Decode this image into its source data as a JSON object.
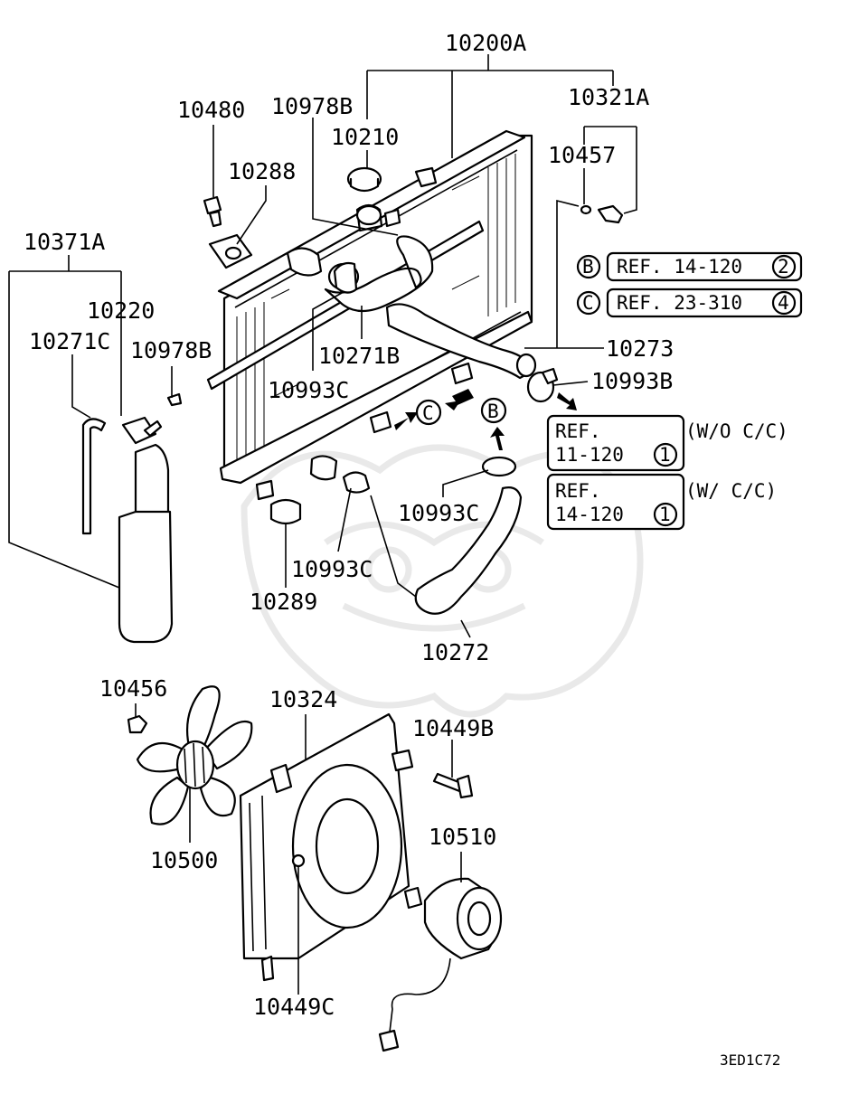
{
  "diagram_code": "3ED1C72",
  "labels": {
    "p10200A": "10200A",
    "p10321A": "10321A",
    "p10480": "10480",
    "p10978B_top": "10978B",
    "p10210": "10210",
    "p10457": "10457",
    "p10288": "10288",
    "p10371A": "10371A",
    "p10220": "10220",
    "p10271C": "10271C",
    "p10978B_left": "10978B",
    "p10271B": "10271B",
    "p10273": "10273",
    "p10993B": "10993B",
    "p10993C_a": "10993C",
    "p10993C_b": "10993C",
    "p10993C_c": "10993C",
    "p10289": "10289",
    "p10272": "10272",
    "p10456": "10456",
    "p10324": "10324",
    "p10449B": "10449B",
    "p10510": "10510",
    "p10500": "10500",
    "p10449C": "10449C"
  },
  "references": {
    "ref_b": {
      "circle": "B",
      "text": "REF. 14-120",
      "num": "2"
    },
    "ref_c": {
      "circle": "C",
      "text": "REF. 23-310",
      "num": "4"
    },
    "ref_wo": {
      "line1": "REF.",
      "line2": "11-120",
      "num": "1",
      "note": "(W/O C/C)"
    },
    "ref_w": {
      "line1": "REF.",
      "line2": "14-120",
      "num": "1",
      "note": "(W/ C/C)"
    }
  },
  "markers": {
    "b": "B",
    "c": "C"
  }
}
